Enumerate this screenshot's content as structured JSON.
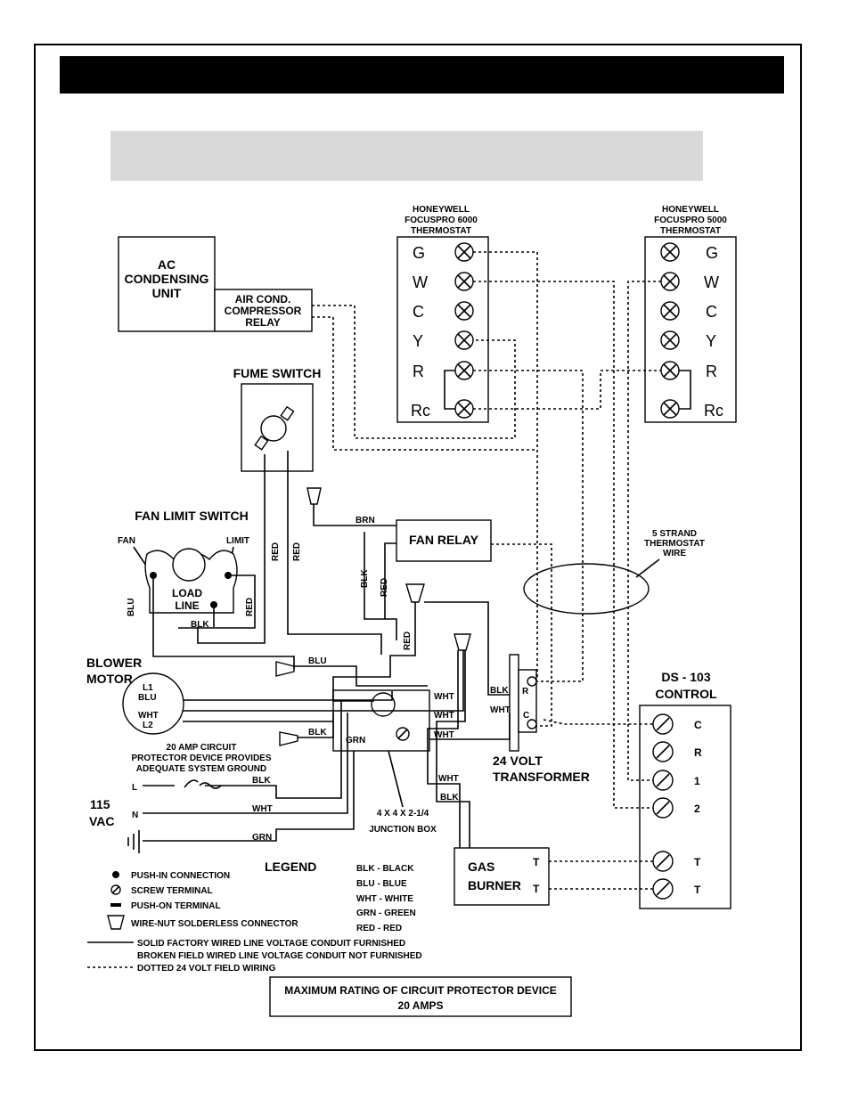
{
  "honeywell_6000": {
    "line1": "HONEYWELL",
    "line2": "FOCUSPRO 6000",
    "line3": "THERMOSTAT",
    "terminals": [
      "G",
      "W",
      "C",
      "Y",
      "R",
      "Rc"
    ]
  },
  "honeywell_5000": {
    "line1": "HONEYWELL",
    "line2": "FOCUSPRO 5000",
    "line3": "THERMOSTAT",
    "terminals": [
      "G",
      "W",
      "C",
      "Y",
      "R",
      "Rc"
    ]
  },
  "ac_unit": {
    "line1": "AC",
    "line2": "CONDENSING",
    "line3": "UNIT"
  },
  "compressor_relay": {
    "line1": "AIR COND.",
    "line2": "COMPRESSOR",
    "line3": "RELAY"
  },
  "fume_switch": "FUME SWITCH",
  "fan_limit": {
    "title": "FAN LIMIT SWITCH",
    "fan": "FAN",
    "limit": "LIMIT",
    "load": "LOAD",
    "line": "LINE"
  },
  "fan_relay": "FAN RELAY",
  "thermostat_wire": {
    "line1": "5 STRAND",
    "line2": "THERMOSTAT",
    "line3": "WIRE"
  },
  "blower": {
    "line1": "BLOWER",
    "line2": "MOTOR",
    "l1": "L1",
    "l2": "L2"
  },
  "wire_colors": {
    "blu": "BLU",
    "blk": "BLK",
    "red": "RED",
    "wht": "WHT",
    "grn": "GRN",
    "brn": "BRN"
  },
  "transformer": {
    "line1": "24 VOLT",
    "line2": "TRANSFORMER",
    "r": "R",
    "c": "C"
  },
  "ds103": {
    "line1": "DS - 103",
    "line2": "CONTROL",
    "terminals": [
      "C",
      "R",
      "1",
      "2",
      "T",
      "T"
    ]
  },
  "circuit_protector": {
    "line1": "20 AMP CIRCUIT",
    "line2": "PROTECTOR DEVICE PROVIDES",
    "line3": "ADEQUATE SYSTEM GROUND"
  },
  "supply": {
    "voltage": "115",
    "unit": "VAC",
    "l": "L",
    "n": "N"
  },
  "junction_box": {
    "line1": "4 X 4 X 2-1/4",
    "line2": "JUNCTION BOX"
  },
  "gas_burner": {
    "line1": "GAS",
    "line2": "BURNER",
    "t": "T"
  },
  "legend": {
    "title": "LEGEND",
    "push_in": "PUSH-IN CONNECTION",
    "screw": "SCREW TERMINAL",
    "push_on": "PUSH-ON TERMINAL",
    "wire_nut": "WIRE-NUT SOLDERLESS CONNECTOR",
    "solid": "SOLID FACTORY WIRED LINE VOLTAGE CONDUIT FURNISHED",
    "broken": "BROKEN FIELD WIRED LINE VOLTAGE CONDUIT NOT FURNISHED",
    "dotted": "DOTTED 24 VOLT FIELD WIRING",
    "colors": [
      "BLK - BLACK",
      "BLU - BLUE",
      "WHT - WHITE",
      "GRN - GREEN",
      "RED - RED"
    ]
  },
  "max_rating": {
    "line1": "MAXIMUM RATING OF CIRCUIT PROTECTOR DEVICE",
    "line2": "20 AMPS"
  }
}
